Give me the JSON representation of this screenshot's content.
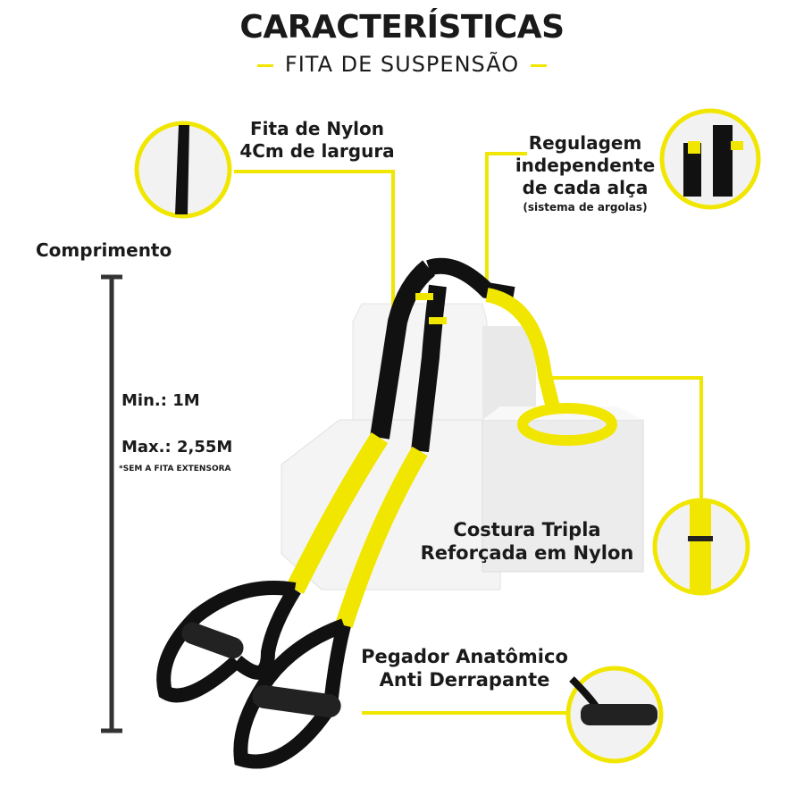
{
  "header": {
    "title": "CARACTERÍSTICAS",
    "subtitle": "FITA DE SUSPENSÃO"
  },
  "features": {
    "nylon_line1": "Fita de Nylon",
    "nylon_line2": "4Cm de largura",
    "regulagem_line1": "Regulagem",
    "regulagem_line2": "independente",
    "regulagem_line3": "de cada alça",
    "regulagem_note": "(sistema de argolas)",
    "costura_line1": "Costura Tripla",
    "costura_line2": "Reforçada em Nylon",
    "pegador_line1": "Pegador Anatômico",
    "pegador_line2": "Anti Derrapante"
  },
  "length": {
    "label": "Comprimento",
    "min": "Min.: 1M",
    "max": "Max.: 2,55M",
    "note": "*SEM A FITA EXTENSORA"
  },
  "colors": {
    "accent": "#f1e600",
    "strap": "#111111",
    "box": "#f2f2f2"
  }
}
